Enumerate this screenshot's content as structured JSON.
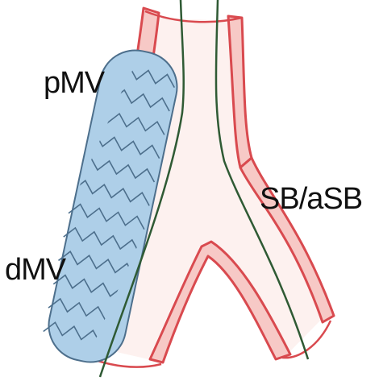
{
  "labels": {
    "proximal_main_vessel": "pMV",
    "side_branch": "SB/aSB",
    "distal_main_vessel": "dMV"
  },
  "colors": {
    "vessel_wall_fill": "#f7c9c6",
    "vessel_wall_stroke": "#d94a4f",
    "lumen": "#fdf1ef",
    "stent_fill": "#aecfe8",
    "stent_strut": "#4d6f8c",
    "guidewire": "#2f5a34"
  }
}
